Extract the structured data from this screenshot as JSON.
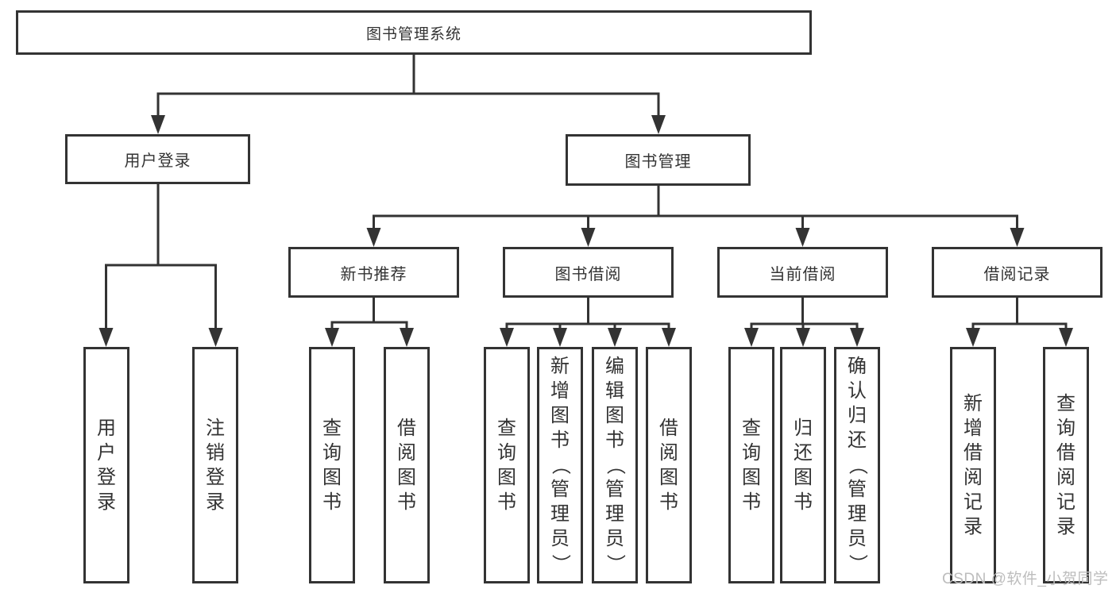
{
  "diagram": {
    "title": "图书管理系统",
    "level2": [
      {
        "id": "user-login",
        "label": "用户登录"
      },
      {
        "id": "book-management",
        "label": "图书管理"
      }
    ],
    "level3": [
      {
        "id": "new-book-recommend",
        "label": "新书推荐",
        "parent": "图书管理"
      },
      {
        "id": "book-borrow",
        "label": "图书借阅",
        "parent": "图书管理"
      },
      {
        "id": "current-borrow",
        "label": "当前借阅",
        "parent": "图书管理"
      },
      {
        "id": "borrow-record",
        "label": "借阅记录",
        "parent": "图书管理"
      }
    ],
    "leaves": [
      {
        "parent": "用户登录",
        "label": "用户登录"
      },
      {
        "parent": "用户登录",
        "label": "注销登录"
      },
      {
        "parent": "新书推荐",
        "label": "查询图书"
      },
      {
        "parent": "新书推荐",
        "label": "借阅图书"
      },
      {
        "parent": "图书借阅",
        "label": "查询图书"
      },
      {
        "parent": "图书借阅",
        "label": "新增图书（管理员）"
      },
      {
        "parent": "图书借阅",
        "label": "编辑图书（管理员）"
      },
      {
        "parent": "图书借阅",
        "label": "借阅图书"
      },
      {
        "parent": "当前借阅",
        "label": "查询图书"
      },
      {
        "parent": "当前借阅",
        "label": "归还图书"
      },
      {
        "parent": "当前借阅",
        "label": "确认归还（管理员）"
      },
      {
        "parent": "借阅记录",
        "label": "新增借阅记录"
      },
      {
        "parent": "借阅记录",
        "label": "查询借阅记录"
      }
    ]
  },
  "watermark": {
    "text": "CSDN @软件_小贺同学",
    "color": "#bdbdbd"
  },
  "colors": {
    "line": "#333333",
    "text": "#333333",
    "background": "#ffffff"
  }
}
